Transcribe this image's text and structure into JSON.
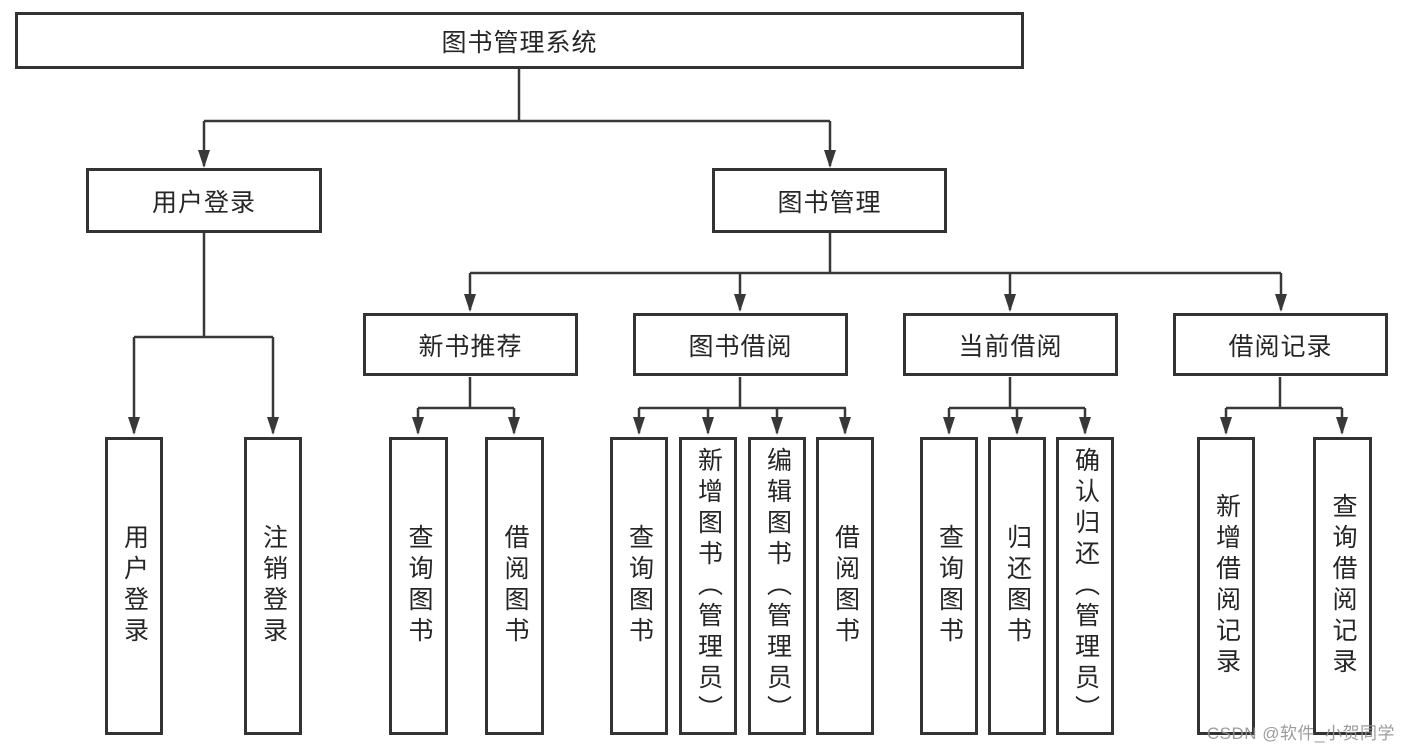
{
  "diagram": {
    "root": {
      "label": "图书管理系统"
    },
    "level2": [
      {
        "id": "user-login",
        "label": "用户登录"
      },
      {
        "id": "book-management",
        "label": "图书管理"
      }
    ],
    "level3": [
      {
        "id": "new-book-recommend",
        "label": "新书推荐"
      },
      {
        "id": "book-borrow",
        "label": "图书借阅"
      },
      {
        "id": "current-borrow",
        "label": "当前借阅"
      },
      {
        "id": "borrow-record",
        "label": "借阅记录"
      }
    ],
    "leaves": [
      {
        "parent": "user-login",
        "label": "用户登录"
      },
      {
        "parent": "user-login",
        "label": "注销登录"
      },
      {
        "parent": "new-book-recommend",
        "label": "查询图书"
      },
      {
        "parent": "new-book-recommend",
        "label": "借阅图书"
      },
      {
        "parent": "book-borrow",
        "label": "查询图书"
      },
      {
        "parent": "book-borrow",
        "label": "新增图书（管理员）"
      },
      {
        "parent": "book-borrow",
        "label": "编辑图书（管理员）"
      },
      {
        "parent": "book-borrow",
        "label": "借阅图书"
      },
      {
        "parent": "current-borrow",
        "label": "查询图书"
      },
      {
        "parent": "current-borrow",
        "label": "归还图书"
      },
      {
        "parent": "current-borrow",
        "label": "确认归还（管理员）"
      },
      {
        "parent": "borrow-record",
        "label": "新增借阅记录"
      },
      {
        "parent": "borrow-record",
        "label": "查询借阅记录"
      }
    ],
    "watermark": "CSDN @软件_小贺同学",
    "colors": {
      "line": "#383838",
      "box_border": "#333333",
      "box_fill": "#ffffff",
      "text": "#262626",
      "watermark": "#919191",
      "background": "#ffffff"
    }
  }
}
